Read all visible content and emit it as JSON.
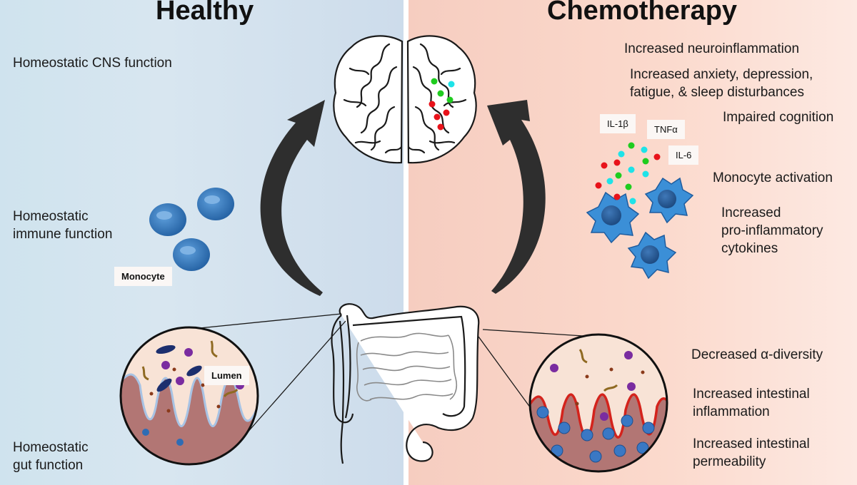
{
  "headings": {
    "healthy": "Healthy",
    "chemo": "Chemotherapy"
  },
  "healthy": {
    "cns": "Homeostatic CNS function",
    "immune_line1": "Homeostatic",
    "immune_line2": "immune function",
    "gut_line1": "Homeostatic",
    "gut_line2": "gut function",
    "monocyte_label": "Monocyte",
    "lumen_label": "Lumen"
  },
  "chemo": {
    "neuroinflammation": "Increased neuroinflammation",
    "anxiety_line1": "Increased anxiety, depression,",
    "anxiety_line2": "fatigue, & sleep disturbances",
    "cognition": "Impaired cognition",
    "monocyte_activation": "Monocyte activation",
    "cytokines_line1": "Increased",
    "cytokines_line2": "pro-inflammatory",
    "cytokines_line3": "cytokines",
    "diversity": "Decreased α-diversity",
    "inflammation_line1": "Increased intestinal",
    "inflammation_line2": "inflammation",
    "permeability_line1": "Increased intestinal",
    "permeability_line2": "permeability",
    "cytokine_labels": {
      "il1b": "IL-1β",
      "tnfa": "TNFα",
      "il6": "IL-6"
    }
  },
  "colors": {
    "healthy_bg": "#d3e4ef",
    "chemo_bg": "#f9d4c6",
    "cytokine_red": "#e8121a",
    "cytokine_green": "#1fcc1f",
    "cytokine_cyan": "#1ee3e8",
    "monocyte_blue": "#2f74bd",
    "arrow": "#2e2e2e"
  }
}
